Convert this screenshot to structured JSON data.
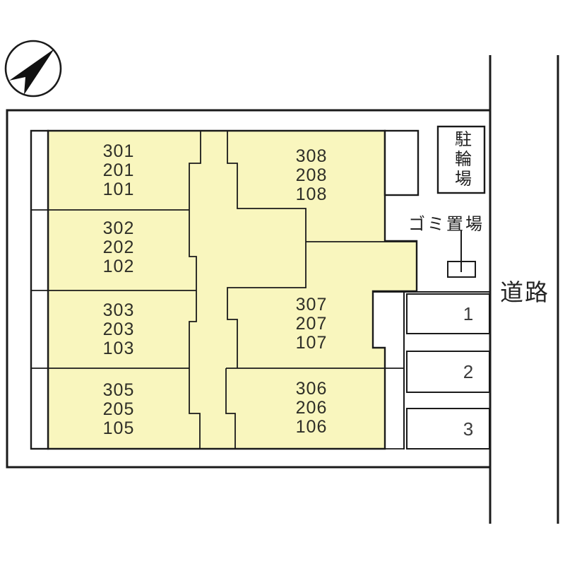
{
  "site_plan": {
    "compass": {
      "icon": "north-arrow",
      "pointing": "upper-right"
    },
    "road_label": "道路",
    "bicycle_parking_label": "駐輪場",
    "garbage_area_label": "ゴミ置場",
    "building": {
      "fill": "#F9F6BE",
      "unit_stacks": [
        {
          "position": "left-row-1",
          "rooms": [
            "301",
            "201",
            "101"
          ]
        },
        {
          "position": "left-row-2",
          "rooms": [
            "302",
            "202",
            "102"
          ]
        },
        {
          "position": "left-row-3",
          "rooms": [
            "303",
            "203",
            "103"
          ]
        },
        {
          "position": "left-row-4",
          "rooms": [
            "305",
            "205",
            "105"
          ]
        },
        {
          "position": "right-row-1",
          "rooms": [
            "308",
            "208",
            "108"
          ]
        },
        {
          "position": "right-row-2",
          "rooms": [
            "307",
            "207",
            "107"
          ]
        },
        {
          "position": "right-row-3",
          "rooms": [
            "306",
            "206",
            "106"
          ]
        }
      ]
    },
    "parking_spaces": [
      "1",
      "2",
      "3"
    ],
    "colors": {
      "line": "#1a1a1a",
      "building_fill": "#F9F6BE",
      "text": "#1f1f1f"
    }
  }
}
